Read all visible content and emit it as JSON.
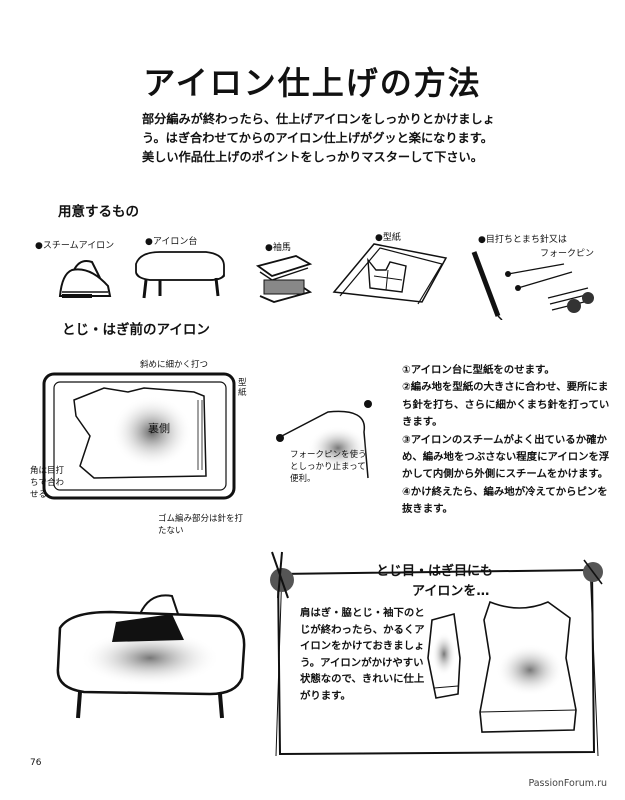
{
  "title": "アイロン仕上げの方法",
  "intro": "部分編みが終わったら、仕上げアイロンをしっかりとかけましょう。はぎ合わせてからのアイロン仕上げがグッと楽になります。美しい作品仕上げのポイントをしっかりマスターして下さい。",
  "tools_heading": "用意するもの",
  "tools": {
    "steam_iron": "●スチームアイロン",
    "ironing_board": "●アイロン台",
    "sleeve_board": "●袖馬",
    "pattern": "●型紙",
    "pins": "●目打ちとまち針又は",
    "pins_sub": "フォークピン"
  },
  "before_heading": "とじ・はぎ前のアイロン",
  "diagram1": {
    "top_note": "斜めに細かく打つ",
    "pattern_label": "型紙",
    "back_label": "裏側",
    "corner_note": "角は目打ちで合わせる",
    "rib_note": "ゴム編み部分は針を打たない",
    "forkpin_note": "フォークピンを使うとしっかり止まって便利。"
  },
  "steps": [
    "①アイロン台に型紙をのせます。",
    "②編み地を型紙の大きさに合わせ、要所にまち針を打ち、さらに細かくまち針を打っていきます。",
    "③アイロンのスチームがよく出ているか確かめ、編み地をつぶさない程度にアイロンを浮かして内側から外側にスチームをかけます。",
    "④かけ終えたら、編み地が冷えてからピンを抜きます。"
  ],
  "box": {
    "heading1": "とじ目・はぎ目にも",
    "heading2": "アイロンを…",
    "text": "肩はぎ・脇とじ・袖下のとじが終わったら、かるくアイロンをかけておきましょう。アイロンがかけやすい状態なので、きれいに仕上がります。"
  },
  "page_number": "76",
  "watermark": "PassionForum.ru"
}
